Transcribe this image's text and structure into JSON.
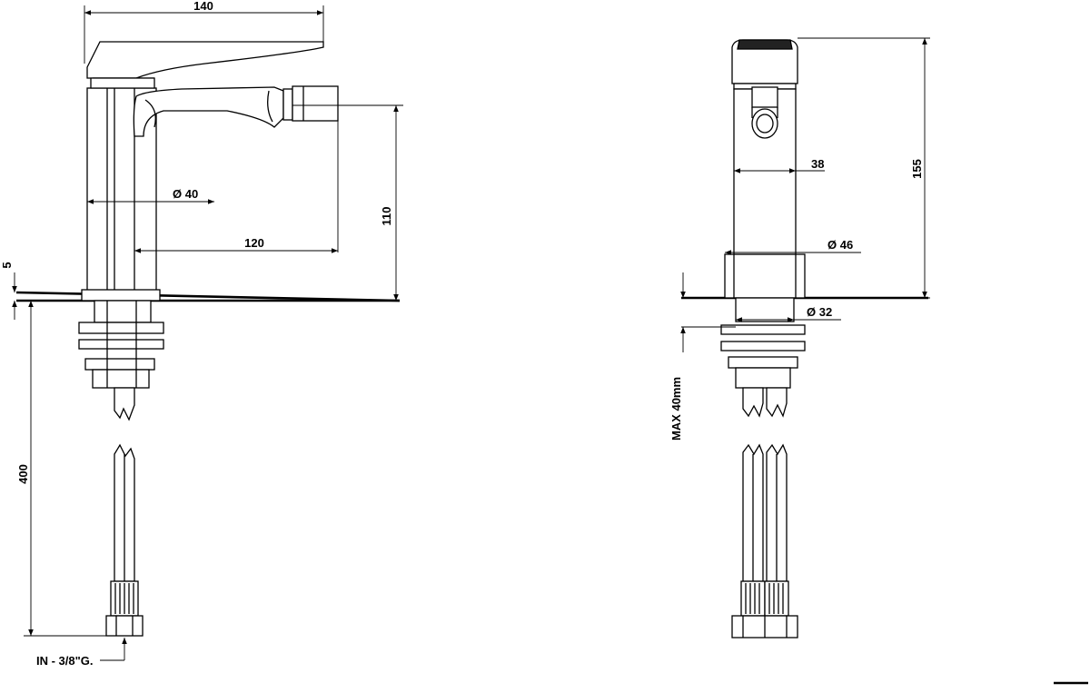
{
  "dimensions": {
    "width_overall": "140",
    "spout_reach": "120",
    "base_diameter": "Ø 40",
    "spout_height": "110",
    "deck_thickness": "5",
    "hose_length": "400",
    "inlet": "IN - 3/8\"G.",
    "body_width": "38",
    "overall_height": "155",
    "flange_diameter": "Ø 46",
    "shank_diameter": "Ø 32",
    "max_deck": "MAX 40mm"
  }
}
